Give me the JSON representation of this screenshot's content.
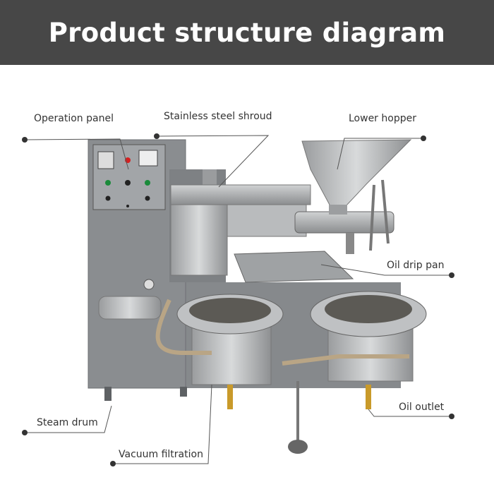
{
  "title": "Product structure diagram",
  "labels": {
    "operation_panel": "Operation panel",
    "stainless_steel_shroud": "Stainless steel shroud",
    "lower_hopper": "Lower hopper",
    "oil_drip_pan": "Oil drip pan",
    "steam_drum": "Steam drum",
    "vacuum_filtration": "Vacuum filtration",
    "oil_outlet": "Oil outlet"
  },
  "colors": {
    "header_bg": "#474747",
    "cabinet": "#8a8d90",
    "steel": "#c4c6c8",
    "leader": "#555555"
  }
}
